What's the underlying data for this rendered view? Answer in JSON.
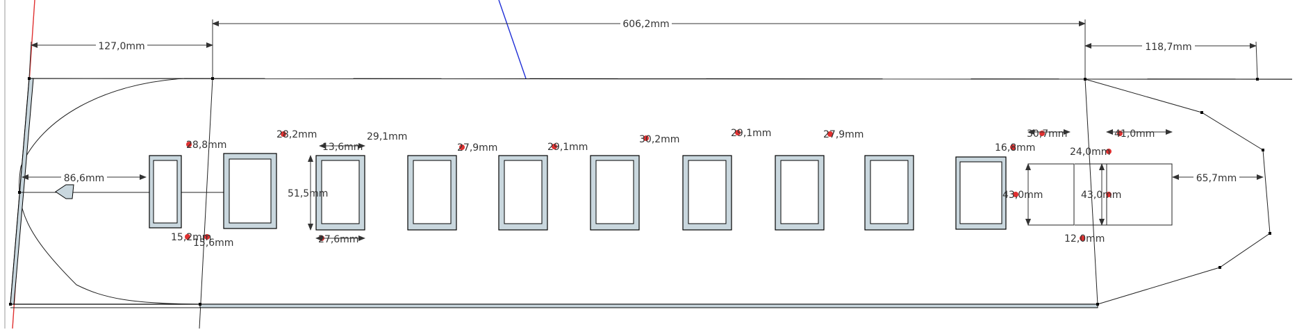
{
  "drawing": {
    "dimensions": {
      "top_overall": "606,2mm",
      "top_left": "127,0mm",
      "top_right": "118,7mm",
      "bow_depth": "86,6mm",
      "stern_depth": "65,7mm",
      "win_height": "51,5mm",
      "win_width": "27,6mm",
      "gap_a": "15,2mm",
      "gap_b": "15,6mm",
      "gap_c": "12,0mm",
      "h_left": "43,0mm",
      "h_right": "43,0mm",
      "spacings": [
        "28,8mm",
        "28,2mm",
        "13,6mm",
        "29,1mm",
        "27,9mm",
        "29,1mm",
        "30,2mm",
        "29,1mm",
        "27,9mm",
        "16,8mm",
        "30,7mm",
        "24,0mm",
        "41,0mm"
      ]
    },
    "colors": {
      "window_fill": "#c9d7de",
      "axis_red": "#e03030",
      "axis_blue": "#1f2fd6"
    }
  }
}
